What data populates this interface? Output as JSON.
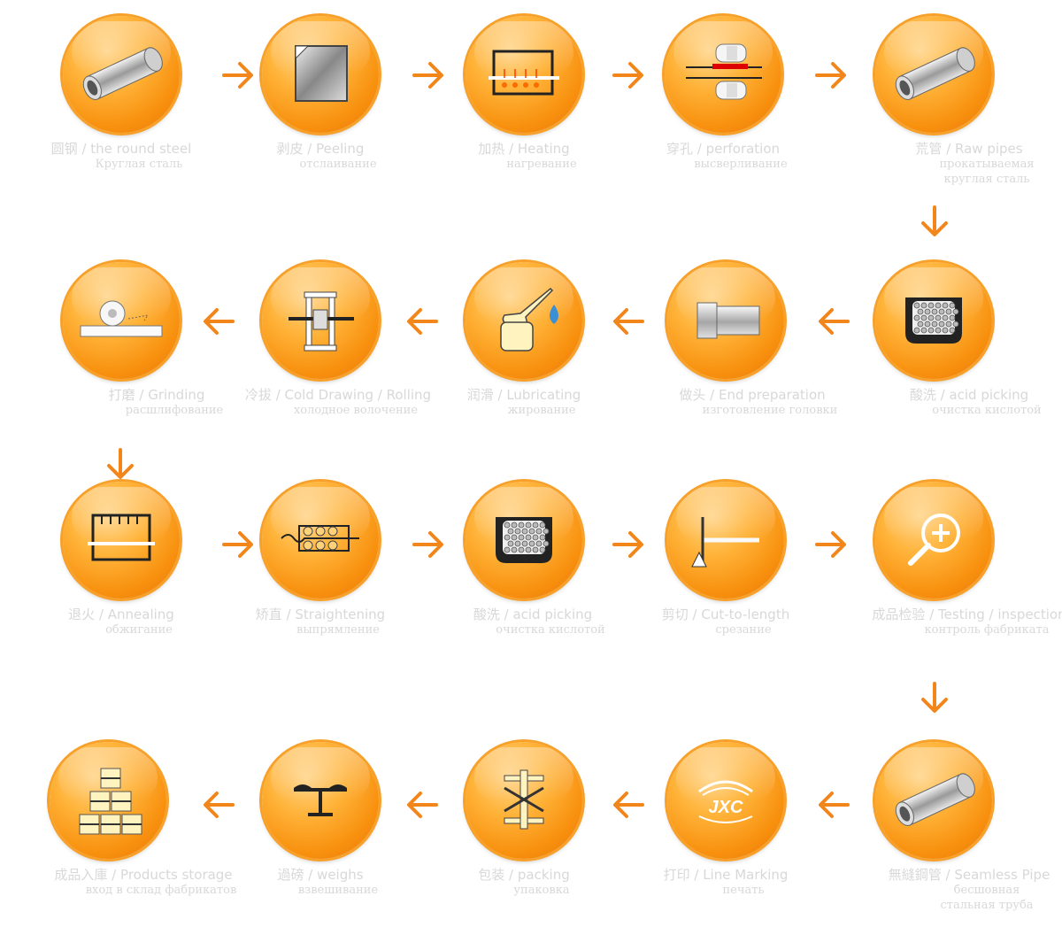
{
  "steps": [
    {
      "id": "round-steel",
      "cn": "圆钢",
      "en": "the round steel",
      "ru": "Круглая сталь",
      "icon": "pipe-icon"
    },
    {
      "id": "peeling",
      "cn": "剥皮",
      "en": "Peeling",
      "ru": "отслаивание",
      "icon": "sheet-icon"
    },
    {
      "id": "heating",
      "cn": "加热",
      "en": "Heating",
      "ru": "нагревание",
      "icon": "furnace-icon"
    },
    {
      "id": "perforation",
      "cn": "穿孔",
      "en": "perforation",
      "ru": "высверливание",
      "icon": "rollers-icon"
    },
    {
      "id": "raw-pipes",
      "cn": "荒管",
      "en": "Raw pipes",
      "ru": "прокатываемая",
      "ru2": "круглая сталь",
      "icon": "pipe-icon"
    },
    {
      "id": "acid-picking-1",
      "cn": "酸洗",
      "en": "acid picking",
      "ru": "очистка кислотой",
      "icon": "acid-tank-icon"
    },
    {
      "id": "end-preparation",
      "cn": "做头",
      "en": "End preparation",
      "ru": "изготовление головки",
      "icon": "pipe-end-icon"
    },
    {
      "id": "lubricating",
      "cn": "润滑",
      "en": "Lubricating",
      "ru": "жирование",
      "icon": "oil-can-icon"
    },
    {
      "id": "cold-drawing",
      "cn": "冷拔",
      "en": "Cold Drawing / Rolling",
      "ru": "холодное волочение",
      "icon": "drawing-machine-icon"
    },
    {
      "id": "grinding",
      "cn": "打磨",
      "en": "Grinding",
      "ru": "расшлифование",
      "icon": "grinding-wheel-icon"
    },
    {
      "id": "annealing",
      "cn": "退火",
      "en": "Annealing",
      "ru": "обжигание",
      "icon": "annealing-furnace-icon"
    },
    {
      "id": "straightening",
      "cn": "矫直",
      "en": "Straightening",
      "ru": "выпрямление",
      "icon": "straightener-icon"
    },
    {
      "id": "acid-picking-2",
      "cn": "酸洗",
      "en": "acid picking",
      "ru": "очистка кислотой",
      "icon": "acid-tank-icon"
    },
    {
      "id": "cut-to-length",
      "cn": "剪切",
      "en": "Cut-to-length",
      "ru": "срезание",
      "icon": "cutter-icon"
    },
    {
      "id": "testing",
      "cn": "成品检验",
      "en": "Testing / inspection",
      "ru": "контроль фабриката",
      "icon": "magnifier-icon"
    },
    {
      "id": "seamless-pipe",
      "cn": "無縫鋼管",
      "en": "Seamless Pipe",
      "ru": "бесшовная",
      "ru2": "стальная труба",
      "icon": "pipe-icon"
    },
    {
      "id": "line-marking",
      "cn": "打印",
      "en": "Line Marking",
      "ru": "печать",
      "icon": "jxc-logo-icon",
      "logo": "JXC"
    },
    {
      "id": "packing",
      "cn": "包装",
      "en": "packing",
      "ru": "упаковка",
      "icon": "bundle-icon"
    },
    {
      "id": "weighs",
      "cn": "過磅",
      "en": "weighs",
      "ru": "взвешивание",
      "icon": "scale-icon"
    },
    {
      "id": "products-storage",
      "cn": "成品入庫",
      "en": "Products storage",
      "ru": "вход в склад фабрикатов",
      "icon": "warehouse-stack-icon"
    }
  ],
  "colors": {
    "accent": "#f8900e",
    "arrow": "#f2861b",
    "label": "#d8d8d8"
  }
}
